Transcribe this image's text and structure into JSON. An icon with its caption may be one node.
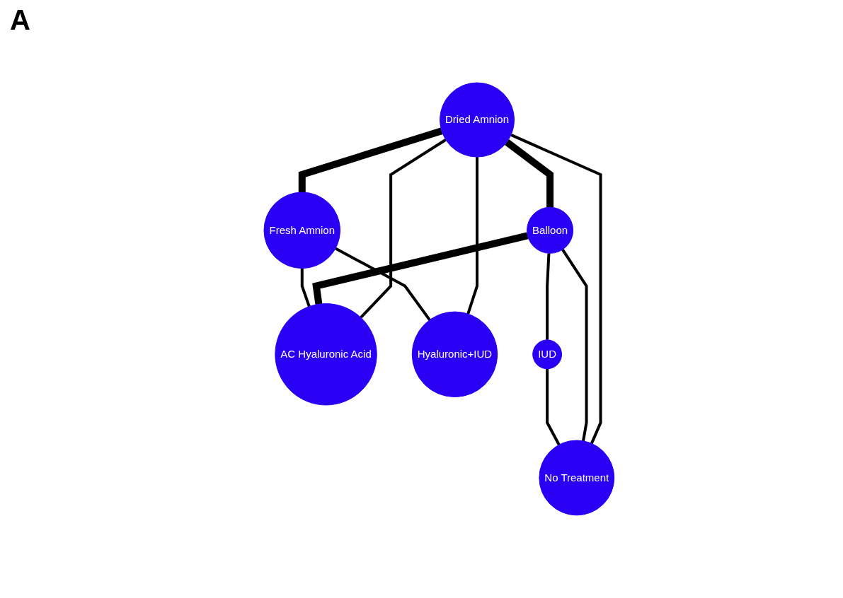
{
  "diagram": {
    "nodes": [
      {
        "text": [
          "Dried Amnion"
        ]
      },
      {
        "text": [
          "Balloon"
        ]
      },
      {
        "text": [
          "Fresh Amnion"
        ]
      },
      {
        "text": [
          "AC Hyaluronic Acid"
        ]
      },
      {
        "text": [
          "Hyaluronic+IUD"
        ]
      },
      {
        "text": [
          "No Treatment"
        ]
      },
      {
        "text": [
          "IUD"
        ]
      }
    ],
    "edges": [
      {
        "from": 0,
        "to": 1,
        "arrow": "none",
        "style": "thick"
      },
      {
        "from": 0,
        "to": 2,
        "arrow": "none",
        "style": "thick"
      },
      {
        "from": 0,
        "to": 4,
        "arrow": "none"
      },
      {
        "from": 0,
        "to": 5,
        "arrow": "none"
      },
      {
        "from": 0,
        "to": 3,
        "arrow": "none"
      },
      {
        "from": 1,
        "to": 3,
        "arrow": "none",
        "style": "thick"
      },
      {
        "from": 1,
        "to": 6,
        "arrow": "none"
      },
      {
        "from": 1,
        "to": 5,
        "arrow": "none"
      },
      {
        "from": 2,
        "to": 3,
        "arrow": "none"
      },
      {
        "from": 2,
        "to": 4,
        "arrow": "none"
      },
      {
        "from": 6,
        "to": 5,
        "arrow": "none"
      }
    ],
    "labels": [
      "A"
    ]
  }
}
